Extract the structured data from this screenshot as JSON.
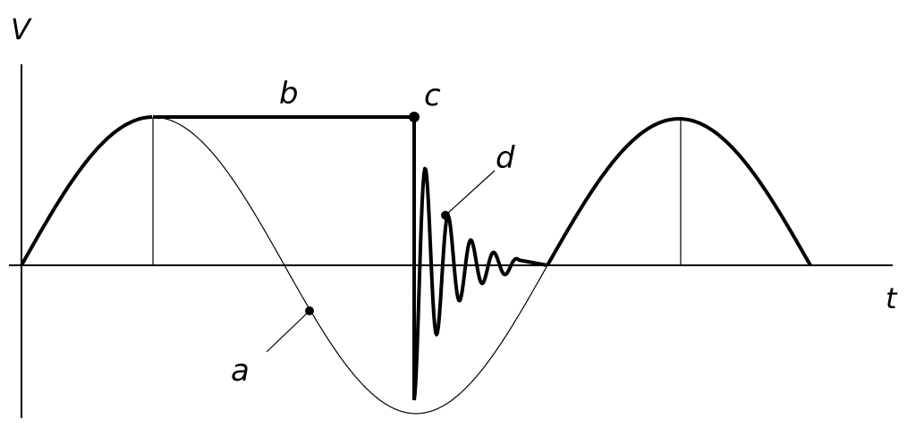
{
  "labels": {
    "y_axis": "V",
    "x_axis": "t",
    "a": "a",
    "b": "b",
    "c": "c",
    "d": "d"
  },
  "colors": {
    "stroke": "#000000",
    "background": "#ffffff"
  }
}
